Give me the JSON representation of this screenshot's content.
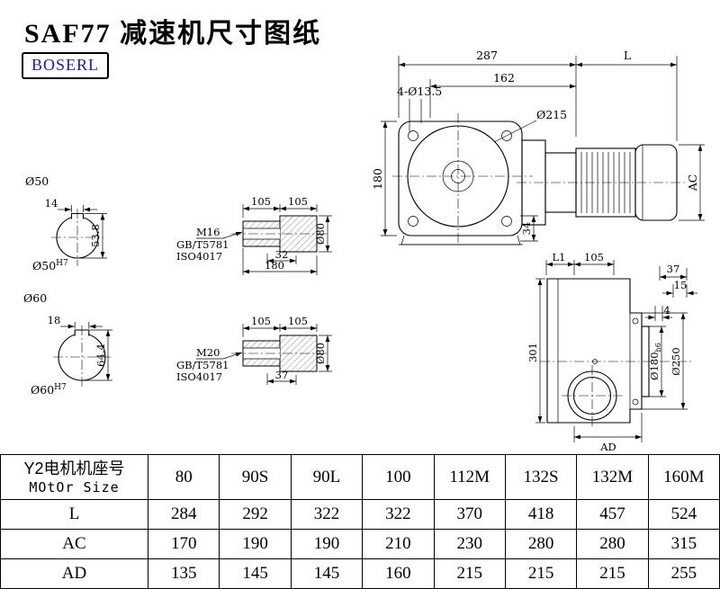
{
  "page": {
    "title": "SAF77 减速机尺寸图纸",
    "logo_text": "BOSERL"
  },
  "front_view": {
    "dim_width": "287",
    "dim_motor_length": "L",
    "dim_162": "162",
    "bolt_holes": "4-Ø13.5",
    "flange_dia": "Ø215",
    "dim_height": "180",
    "dim_34": "34",
    "dim_ac": "AC"
  },
  "shaft_50": {
    "dia_label": "Ø50",
    "key_width": "14",
    "total_height": "53.8",
    "bore_dia": "Ø50",
    "bore_tol": "H7"
  },
  "shaft_60": {
    "dia_label": "Ø60",
    "key_width": "18",
    "total_height": "64.4",
    "bore_dia": "Ø60",
    "bore_tol": "H7"
  },
  "detail_m16": {
    "dim_105_left": "105",
    "dim_105_right": "105",
    "thread": "M16",
    "std_gb": "GB/T5781",
    "std_iso": "ISO4017",
    "dim_32": "32",
    "dim_180": "180",
    "dia_80": "Ø80"
  },
  "detail_m20": {
    "dim_105_left": "105",
    "dim_105_right": "105",
    "thread": "M20",
    "std_gb": "GB/T5781",
    "std_iso": "ISO4017",
    "dim_37": "37",
    "dia_80": "Ø80"
  },
  "side_view": {
    "dim_l1": "L1",
    "dim_105": "105",
    "dim_37": "37",
    "dim_15": "15",
    "dim_4": "4",
    "dim_height": "301",
    "spigot_dia": "Ø180",
    "spigot_tol": "h6",
    "flange_dia": "Ø250",
    "dim_ad": "AD"
  },
  "table": {
    "header_cn": "Y2电机机座号",
    "header_en": "MOtOr Size",
    "sizes": [
      "80",
      "90S",
      "90L",
      "100",
      "112M",
      "132S",
      "132M",
      "160M"
    ],
    "rows": [
      {
        "label": "L",
        "values": [
          "284",
          "292",
          "322",
          "322",
          "370",
          "418",
          "457",
          "524"
        ]
      },
      {
        "label": "AC",
        "values": [
          "170",
          "190",
          "190",
          "210",
          "230",
          "280",
          "280",
          "315"
        ]
      },
      {
        "label": "AD",
        "values": [
          "135",
          "145",
          "145",
          "160",
          "215",
          "215",
          "215",
          "255"
        ]
      }
    ]
  }
}
